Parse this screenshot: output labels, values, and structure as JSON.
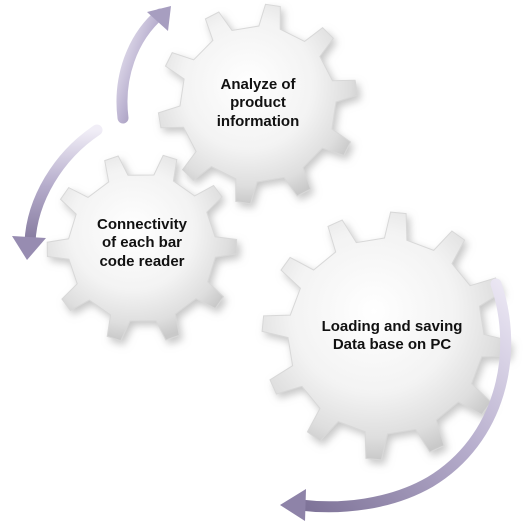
{
  "diagram": {
    "gears": [
      {
        "id": "analyze",
        "lines": [
          "Analyze of",
          "product",
          "information"
        ]
      },
      {
        "id": "connectivity",
        "lines": [
          "Connectivity",
          "of each bar",
          "code reader"
        ]
      },
      {
        "id": "loading",
        "lines": [
          "Loading and saving",
          "Data base on PC"
        ]
      }
    ],
    "colors": {
      "gear_fill_center": "#ffffff",
      "gear_fill_edge": "#d4d4d4",
      "gear_shadow": "#bdbdbd",
      "arrow_light": "#ece8f4",
      "arrow_dark": "#8a7fa8",
      "label_text": "#111111"
    }
  }
}
